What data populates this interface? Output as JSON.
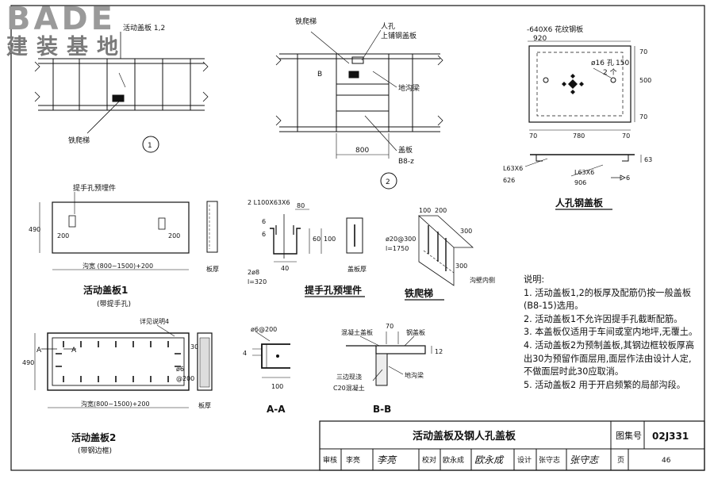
{
  "logo": {
    "top": "BADE",
    "bottom": "建装基地"
  },
  "drawing": {
    "d1_label": "活动盖板 1,2",
    "d1_ladder": "铁爬梯",
    "d1_num": "1",
    "d2_ladder": "铁爬梯",
    "d2_manhole": "人孔",
    "d2_steel_cover": "上铺钢盖板",
    "d2_B1": "B",
    "d2_B2": "B",
    "d2_trench_beam": "地沟梁",
    "d2_cover": "盖板",
    "d2_b8": "B8-z",
    "d2_dim": "800",
    "d2_num": "2",
    "plate_spec": "-640X6 花纹钢板",
    "plate_920": "920",
    "plate_hole": "ø16 孔",
    "plate_hole_count": "2 个",
    "plate_150": "150",
    "plate_70a": "70",
    "plate_500": "500",
    "plate_70b": "70",
    "plate_70c": "70",
    "plate_780": "780",
    "plate_70d": "70",
    "sec_l1": "L63X6",
    "sec_626": "626",
    "sec_l2": "L63X6",
    "sec_906": "906",
    "sec_6": "6",
    "sec_63": "63",
    "manhole_title": "人孔钢盖板",
    "embed_tag": "提手孔预埋件",
    "slab1_490": "490",
    "slab1_200a": "200",
    "slab1_200b": "200",
    "slab1_width": "沟宽 (800~1500)+200",
    "slab1_thk": "板厚",
    "slab1_title": "活动盖板1",
    "slab1_sub": "(带提手孔)",
    "hk_angle": "2 L100X63X6",
    "hk_80": "80",
    "hk_6a": "6",
    "hk_6b": "6",
    "hk_60": "60",
    "hk_100": "100",
    "hk_40": "40",
    "hk_bar": "2ø8",
    "hk_len": "l=320",
    "hk_thk": "盖板厚",
    "hk_title": "提手孔预埋件",
    "lad_100": "100",
    "lad_200": "200",
    "lad_300a": "300",
    "lad_300b": "300",
    "lad_bar": "ø20@300",
    "lad_len": "l=1750",
    "lad_wall": "沟壁内侧",
    "lad_title": "铁爬梯",
    "s2_note": "详见说明4",
    "s2_A1": "A",
    "s2_A2": "A",
    "s2_490": "490",
    "s2_30": "30",
    "s2_bar": "ø6",
    "s2_spacing": "@200",
    "s2_width": "沟宽(800~1500)+200",
    "s2_thk": "板厚",
    "s2_title": "活动盖板2",
    "s2_sub": "(带钢边框)",
    "aa_spacing": "ø6@200",
    "aa_4": "4",
    "aa_100": "100",
    "aa_title": "A-A",
    "bb_conc": "混凝土盖板",
    "bb_70": "70",
    "bb_steel": "钢盖板",
    "bb_12": "12",
    "bb_pour": "三边现浇",
    "bb_c20": "C20混凝土",
    "bb_beam": "地沟梁",
    "bb_title": "B-B"
  },
  "notes": {
    "heading": "说明:",
    "items": [
      "1. 活动盖板1,2的板厚及配筋仍按一般盖板",
      "    (B8-15)选用。",
      "2. 活动盖板1不允许因提手孔截断配筋。",
      "3. 本盖板仅适用于车间或室内地坪,无覆土。",
      "4. 活动盖板2为预制盖板,其钢边框较板厚高",
      "    出30为预留作面层用,面层作法由设计人定,",
      "    不做面层时此30应取消。",
      "5. 活动盖板2 用于开启频繁的局部沟段。"
    ]
  },
  "titleblock": {
    "title": "活动盖板及钢人孔盖板",
    "atlas_label": "图集号",
    "atlas_no": "02J331",
    "review_label": "审核",
    "reviewer": "李亮",
    "review_sig": "李亮",
    "check_label": "校对",
    "checker": "欧永成",
    "check_sig": "欧永成",
    "design_label": "设计",
    "designer": "张守志",
    "design_sig": "张守志",
    "page_label": "页",
    "page_no": "46"
  }
}
